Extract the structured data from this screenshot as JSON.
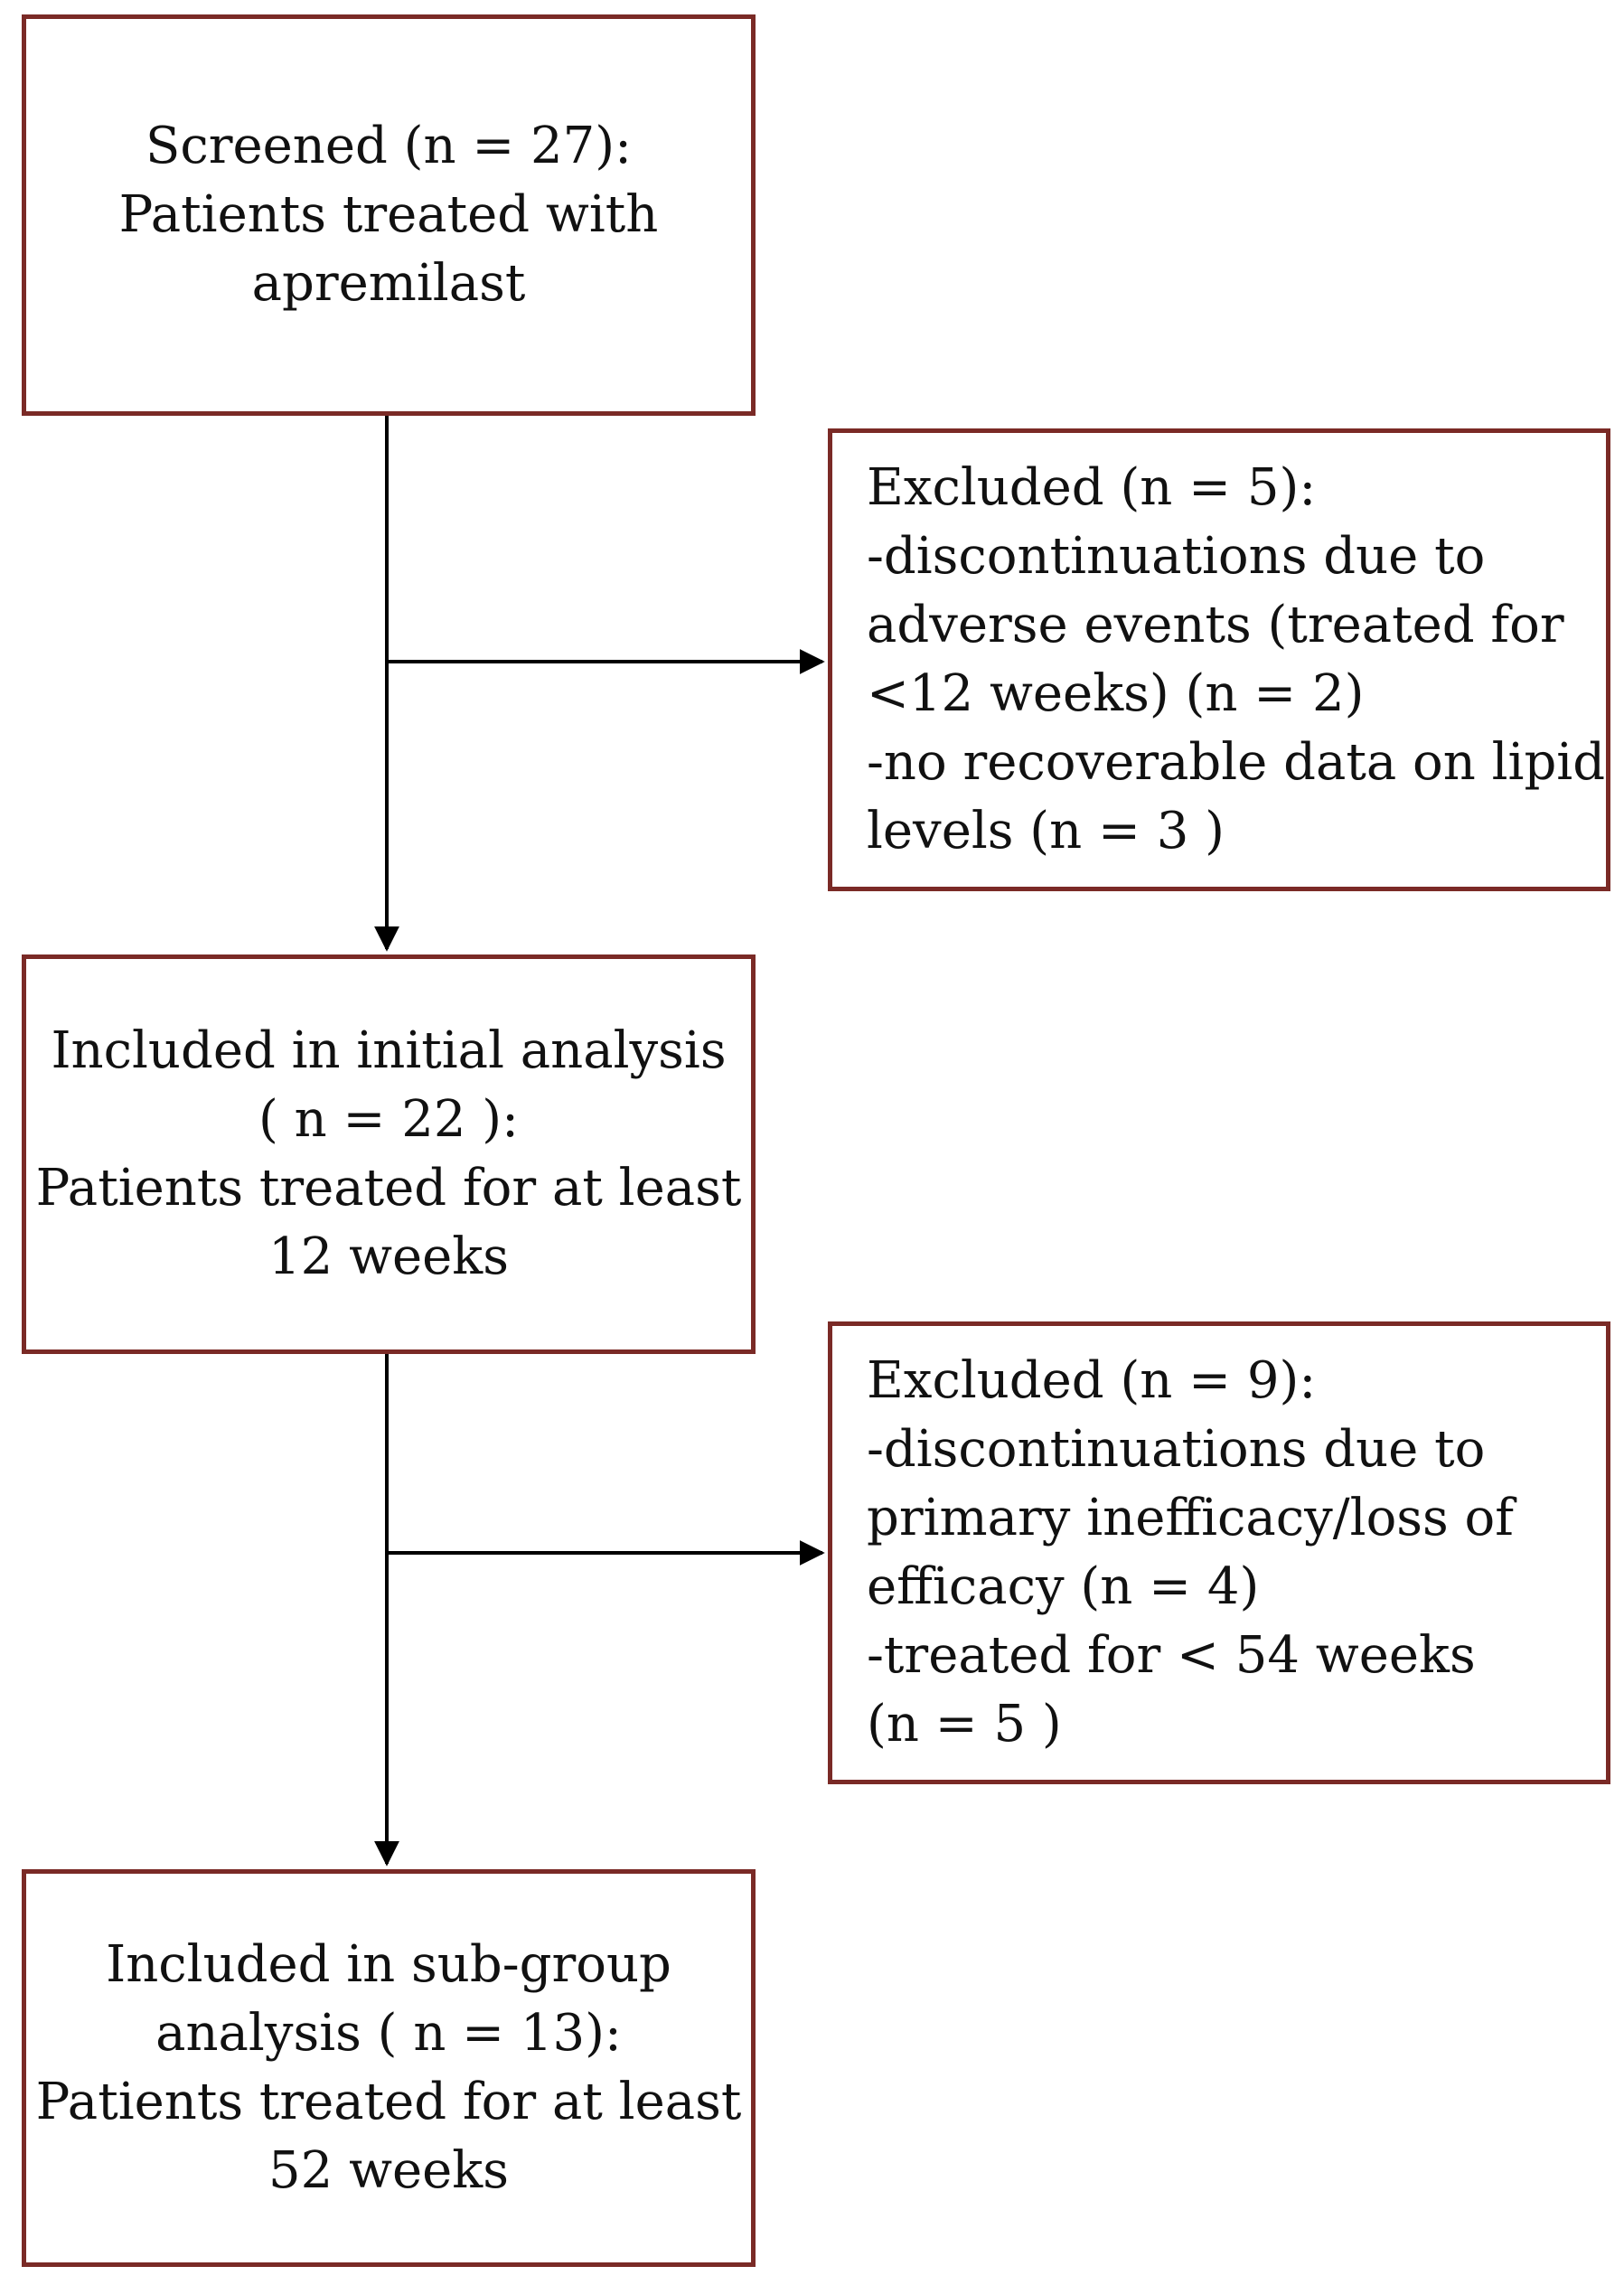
{
  "boxes": {
    "screened": {
      "lines": [
        "Screened (n = 27):",
        "Patients treated with",
        "apremilast"
      ]
    },
    "excluded_1": {
      "lines": [
        "Excluded (n =  5):",
        "-discontinuations due to",
        "adverse events (treated for",
        "<12 weeks) (n = 2)",
        "-no recoverable data on lipid",
        "levels (n = 3 )"
      ]
    },
    "included_initial": {
      "lines": [
        "Included in initial analysis",
        "( n = 22 ):",
        "Patients treated for at least",
        "12 weeks"
      ]
    },
    "excluded_2": {
      "lines": [
        "Excluded (n =  9):",
        "-discontinuations due to",
        "primary inefficacy/loss of",
        "efficacy (n = 4)",
        "-treated for < 54 weeks",
        "(n = 5 )"
      ]
    },
    "included_subgroup": {
      "lines": [
        "Included in sub-group",
        "analysis ( n = 13):",
        "Patients treated for at least",
        "52 weeks"
      ]
    }
  },
  "colors": {
    "box_border": "#7a2a26",
    "arrow": "#000000",
    "text": "#111111"
  }
}
